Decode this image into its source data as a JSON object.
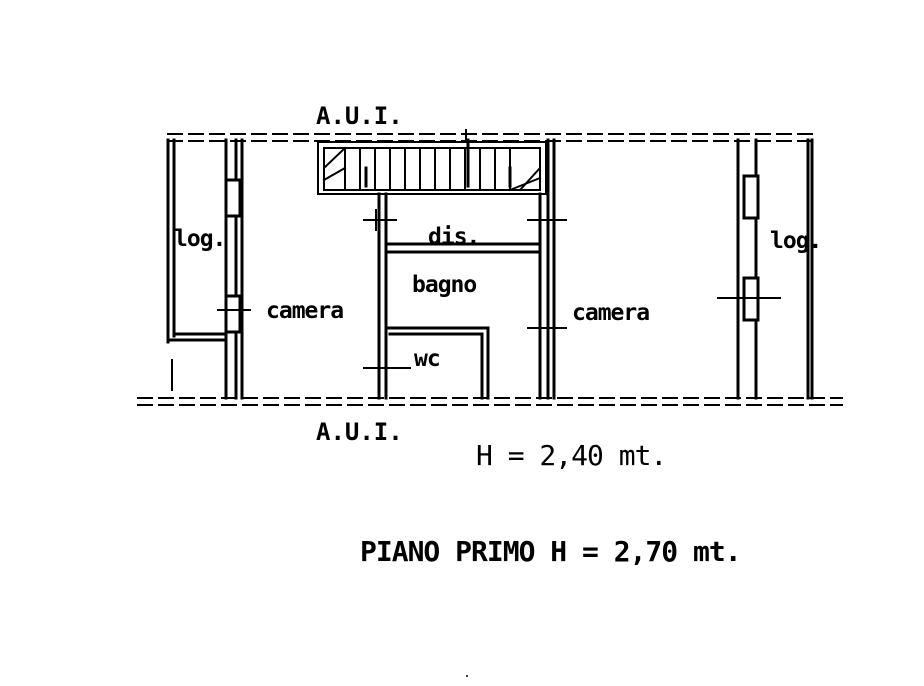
{
  "labels": {
    "aui_top": "A.U.I.",
    "aui_bottom": "A.U.I.",
    "loggia_left": "log.",
    "loggia_right": "log.",
    "camera_left": "camera",
    "camera_right": "camera",
    "disimpegno": "dis.",
    "bagno": "bagno",
    "wc": "wc",
    "height_attic": "H = 2,40 mt.",
    "floor_title": "PIANO PRIMO H = 2,70 mt."
  },
  "colors": {
    "ink": "#000000",
    "background": "#ffffff"
  }
}
